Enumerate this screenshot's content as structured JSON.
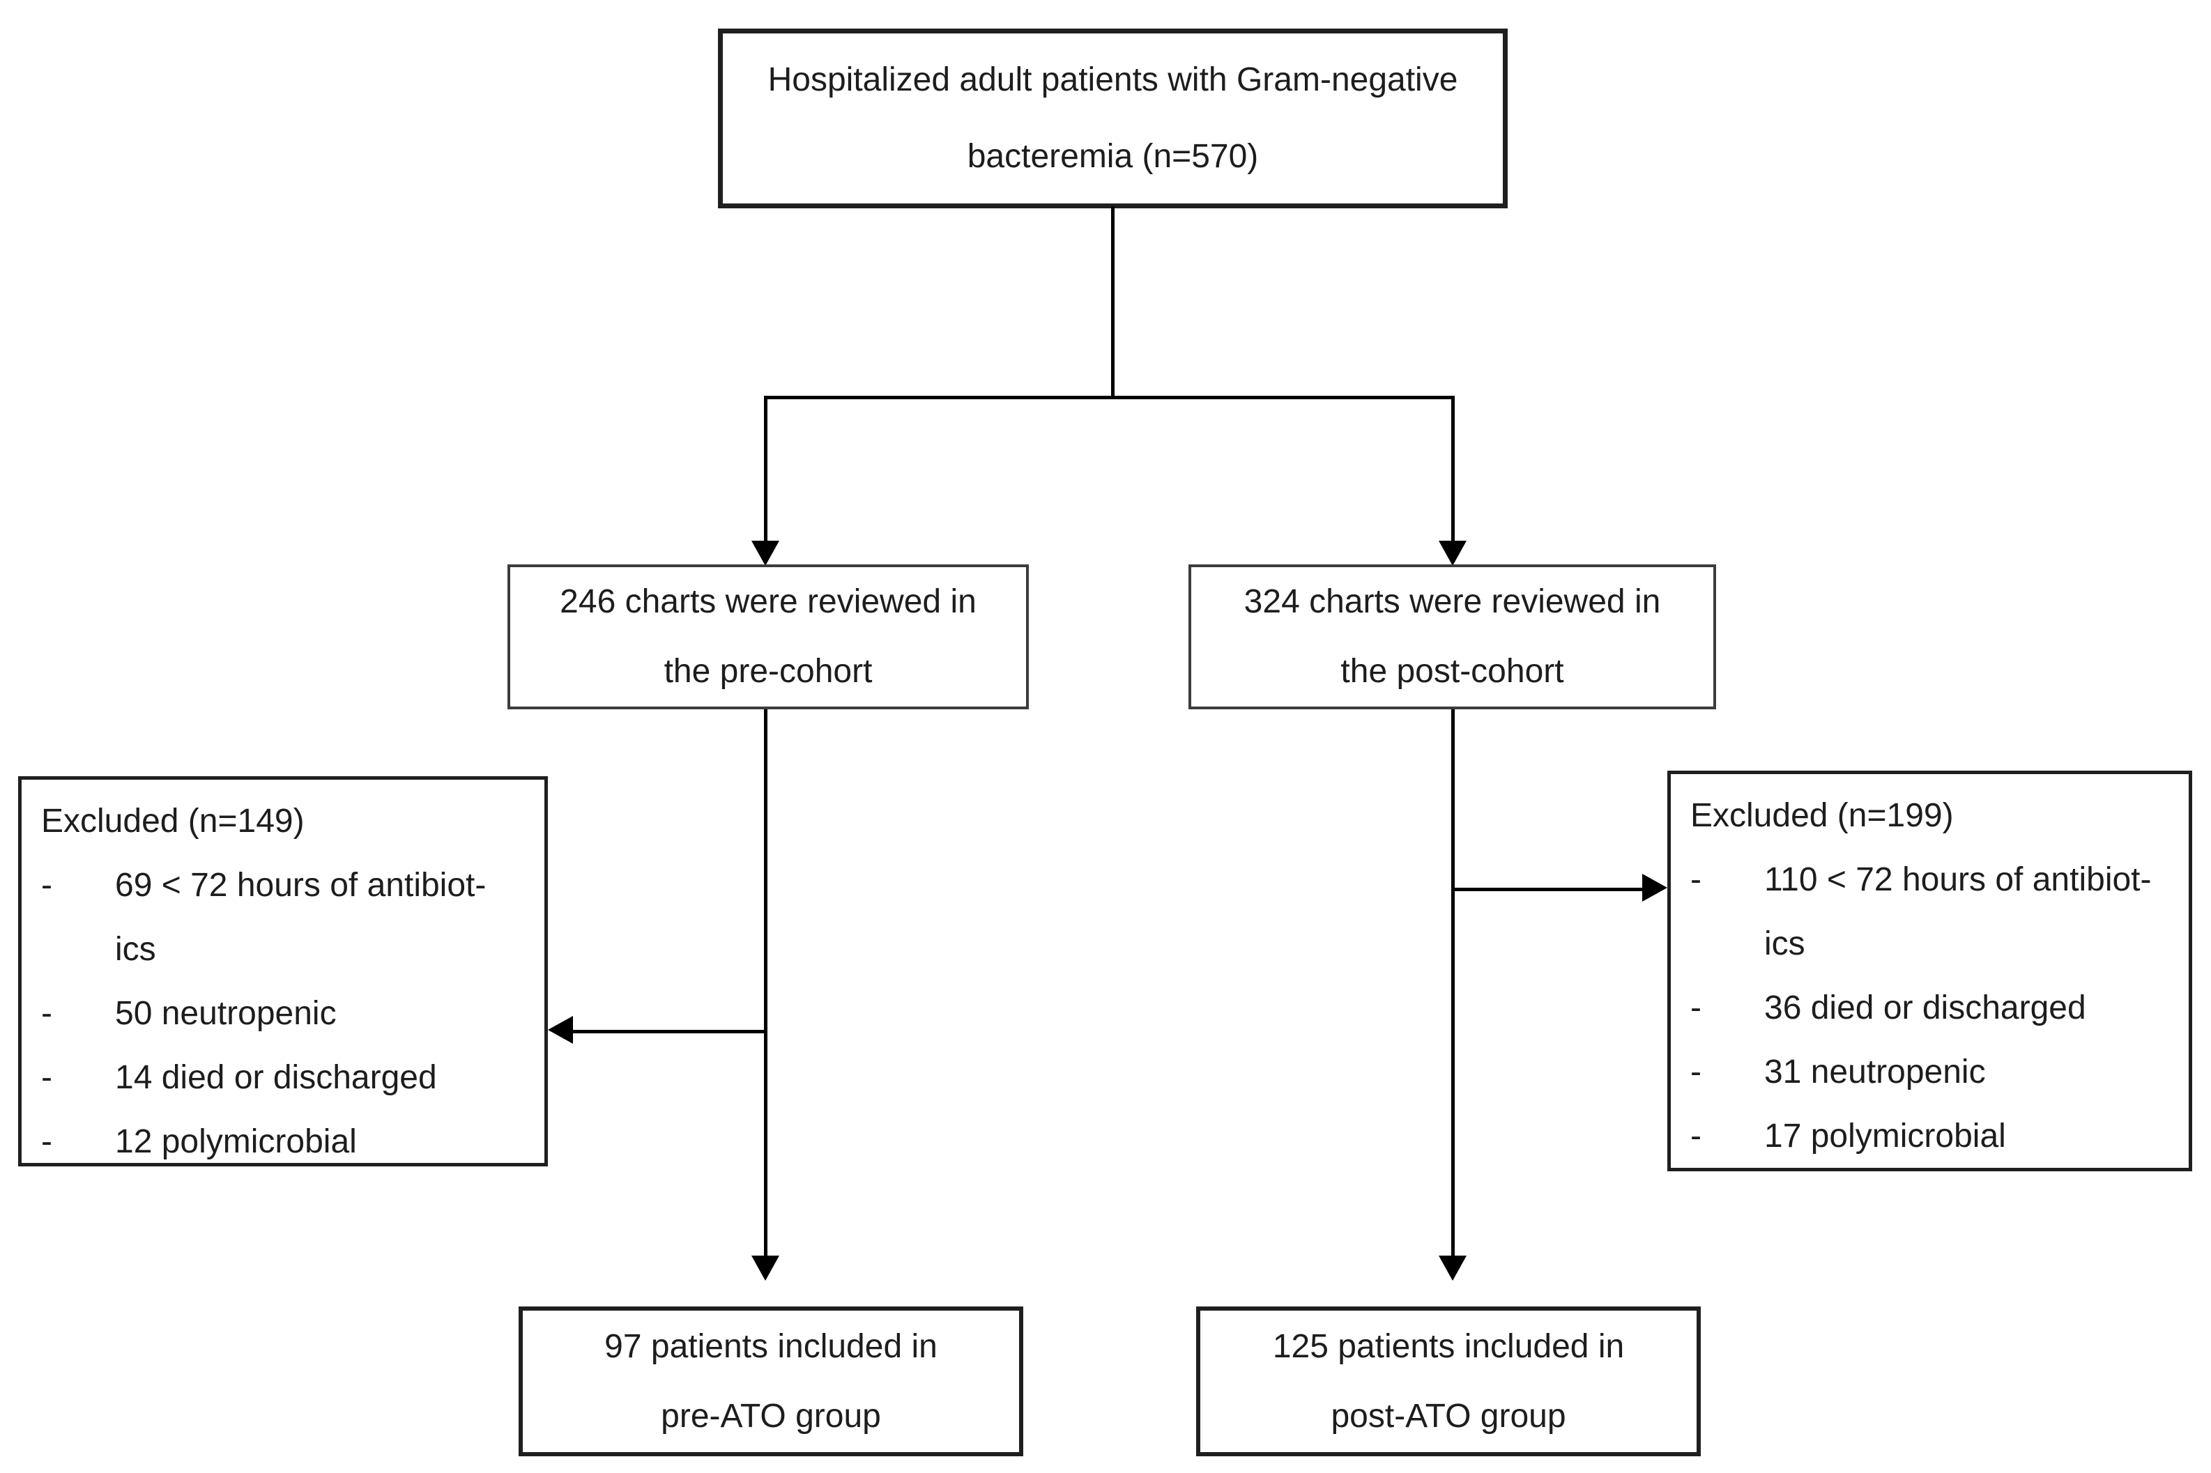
{
  "colors": {
    "background": "#ffffff",
    "text": "#1d1d1d",
    "border": "#1f1f1f",
    "line": "#000000"
  },
  "boxes": {
    "top": {
      "lines": [
        "Hospitalized adult patients with Gram-negative",
        "bacteremia (n=570)"
      ]
    },
    "pre_cohort": {
      "lines": [
        "246 charts were reviewed in",
        "the pre-cohort"
      ]
    },
    "post_cohort": {
      "lines": [
        "324 charts were reviewed in",
        "the post-cohort"
      ]
    },
    "excluded_pre": {
      "title": "Excluded (n=149)",
      "bullet": "-",
      "items": [
        {
          "lines": [
            "69 < 72 hours of antibiot-",
            "ics"
          ]
        },
        {
          "lines": [
            "50 neutropenic"
          ]
        },
        {
          "lines": [
            "14 died or discharged"
          ]
        },
        {
          "lines": [
            "12 polymicrobial"
          ]
        }
      ]
    },
    "excluded_post": {
      "title": "Excluded (n=199)",
      "bullet": "-",
      "items": [
        {
          "lines": [
            "110 < 72 hours of antibiot-",
            "ics"
          ]
        },
        {
          "lines": [
            "36 died or discharged"
          ]
        },
        {
          "lines": [
            "31 neutropenic"
          ]
        },
        {
          "lines": [
            "17 polymicrobial"
          ]
        }
      ]
    },
    "pre_ato": {
      "lines": [
        "97 patients included in",
        "pre-ATO group"
      ]
    },
    "post_ato": {
      "lines": [
        "125 patients included in",
        "post-ATO group"
      ]
    }
  }
}
